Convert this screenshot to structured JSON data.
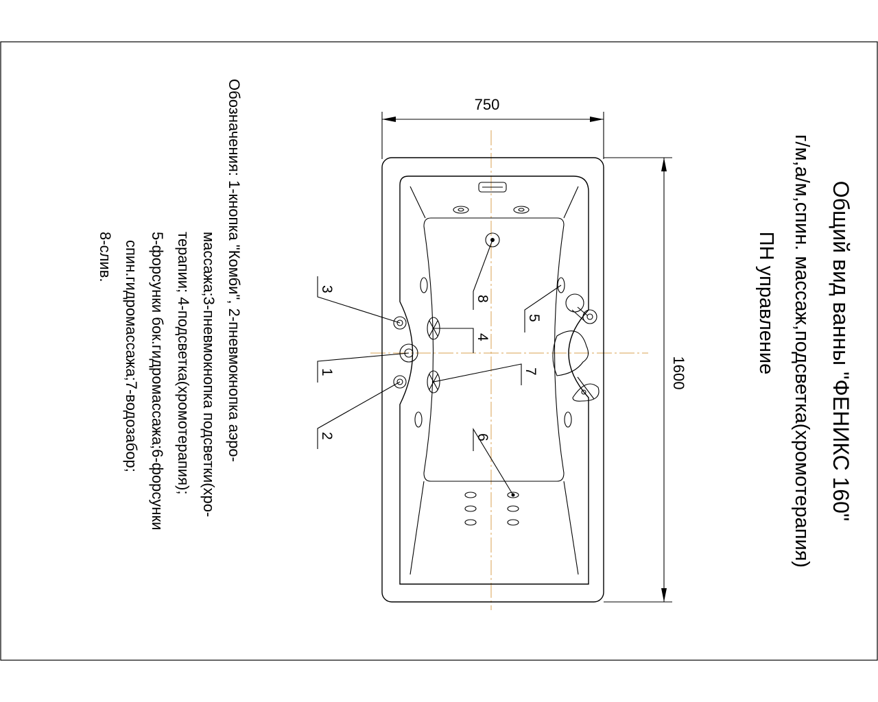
{
  "title": {
    "line1": "Общий вид ванны \"ФЕНИКС 160\"",
    "line2": "г/м,а/м,спин. массаж,подсветка(хромотерапия)",
    "line3": "ПН управление"
  },
  "legend": {
    "lines": [
      "Обозначения: 1-кнопка \"Комби\", 2-пневмокнопка аэро-",
      "массажа;3-пневмокнопка подсветки(хро-",
      "терапии; 4-подсветка(хромотерапия);",
      "5-форсунки бок.гидромассажа;6-форсунки",
      "спин.гидромассажа;7-водозабор;",
      "8-слив."
    ]
  },
  "dimensions": {
    "width": "750",
    "length": "1600"
  },
  "callouts": {
    "c1": "1",
    "c2": "2",
    "c3": "3",
    "c4": "4",
    "c5": "5",
    "c6": "6",
    "c7": "7",
    "c8": "8"
  },
  "colors": {
    "lines": "#000000",
    "centerlines": "#d8a050"
  }
}
